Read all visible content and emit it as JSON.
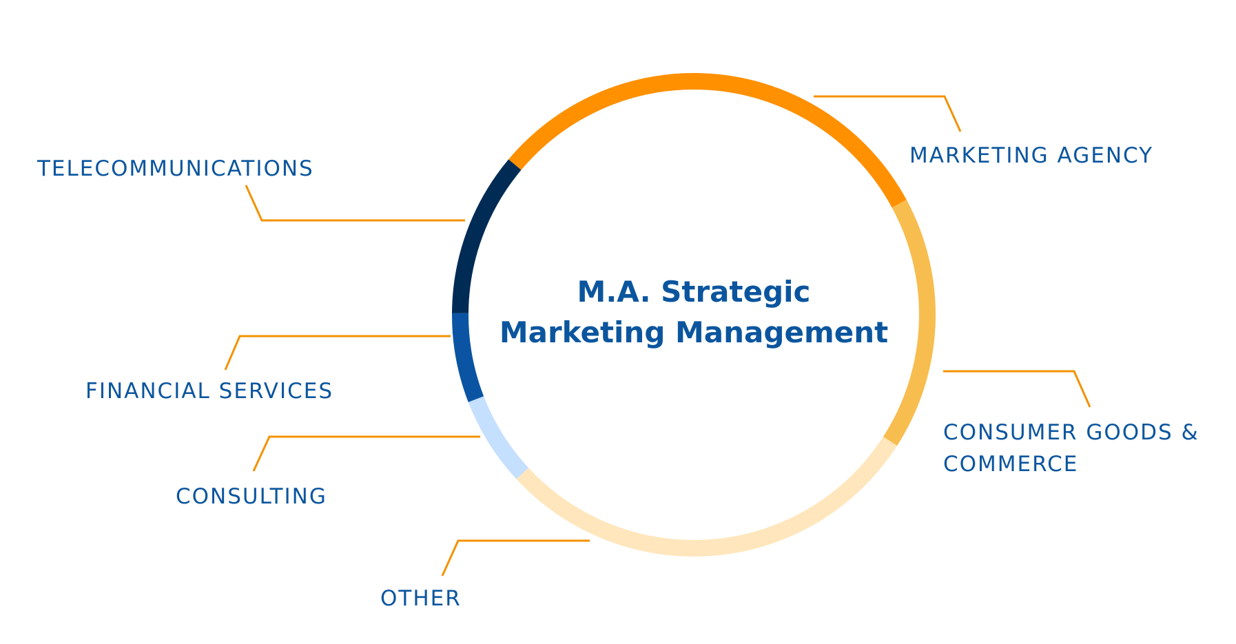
{
  "title": {
    "line1": "M.A. Strategic",
    "line2": "Marketing Management"
  },
  "chart_data": {
    "type": "pie",
    "style": "donut",
    "title": "M.A. Strategic Marketing Management",
    "unit": "approximate share (%) estimated from arc length",
    "slices": [
      {
        "name": "MARKETING AGENCY",
        "value": 31,
        "color": "#FF9000"
      },
      {
        "name": "CONSUMER GOODS & COMMERCE",
        "value": 17,
        "color": "#F8BD4F"
      },
      {
        "name": "OTHER",
        "value": 29,
        "color": "#FFE6BC"
      },
      {
        "name": "CONSULTING",
        "value": 6,
        "color": "#C5DFFF"
      },
      {
        "name": "FINANCIAL SERVICES",
        "value": 6,
        "color": "#0B54A3"
      },
      {
        "name": "TELECOMMUNICATIONS",
        "value": 11,
        "color": "#002B55"
      }
    ],
    "start_angle_deg": -50
  },
  "labels": {
    "marketing_agency": "MARKETING AGENCY",
    "consumer_line1": "CONSUMER GOODS &",
    "consumer_line2": "COMMERCE",
    "other": "OTHER",
    "consulting": "CONSULTING",
    "financial": "FINANCIAL SERVICES",
    "telecom": "TELECOMMUNICATIONS"
  },
  "colors": {
    "text": "#0B559E",
    "leader": "#F39200"
  }
}
